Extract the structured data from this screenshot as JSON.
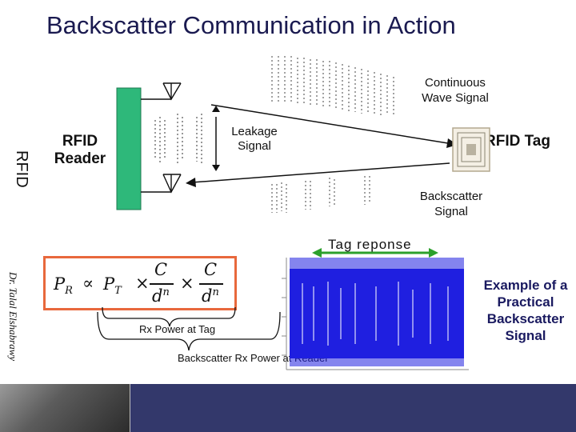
{
  "title": "Backscatter Communication in Action",
  "sidebar_label": "RFID",
  "author": "Dr. Talal Elshabrawy",
  "labels": {
    "reader": "RFID Reader",
    "leakage": "Leakage Signal",
    "continuous_wave": "Continuous Wave Signal",
    "tag": "RFID Tag",
    "backscatter": "Backscatter Signal",
    "tag_response": "Tag reponse",
    "example": "Example of a Practical Backscatter Signal"
  },
  "formula": {
    "lhs": "P",
    "lhs_sub": "R",
    "prop": "∝",
    "pt": "P",
    "pt_sub": "T",
    "times": "×",
    "numerator": "C",
    "denominator": "d",
    "exponent": "n"
  },
  "brace_labels": {
    "rx_at_tag": "Rx Power at Tag",
    "rx_at_reader": "Backscatter Rx Power at Reader"
  },
  "colors": {
    "reader_box": "#2eb87a",
    "tag_response_arrow": "#2ca02c",
    "signal_blue": "#1f1fe0",
    "formula_border": "#e8683c",
    "footer": "#33386b"
  }
}
